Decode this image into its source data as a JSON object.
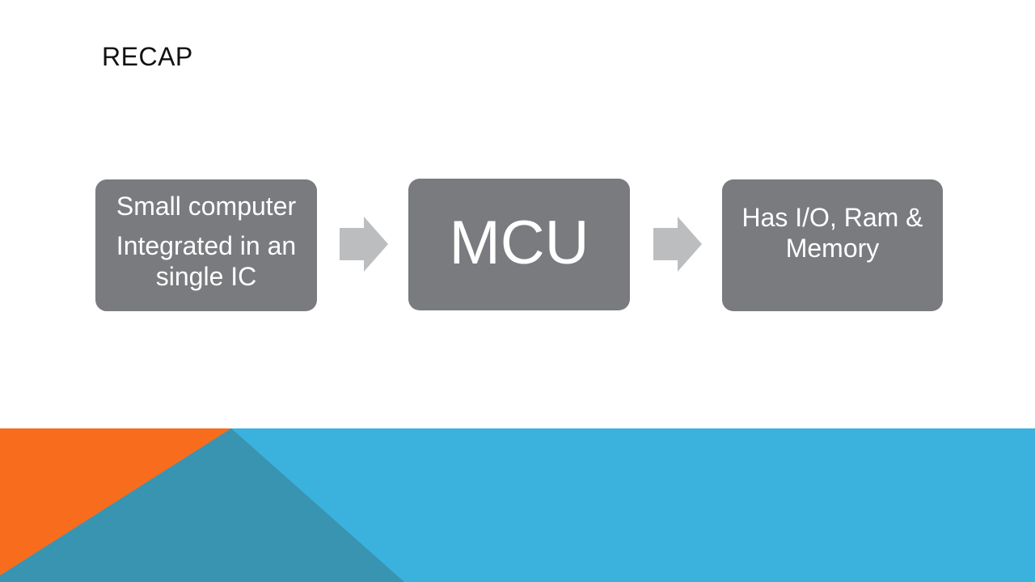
{
  "slide": {
    "title": "RECAP"
  },
  "diagram": {
    "boxes": [
      {
        "lines": [
          "Small computer",
          "Integrated in an single IC"
        ]
      },
      {
        "lines": [
          "MCU"
        ]
      },
      {
        "lines": [
          "Has I/O, Ram & Memory"
        ]
      }
    ]
  },
  "colors": {
    "box_fill": "#7a7b7f",
    "arrow_fill": "#bcbdbf",
    "footer_blue": "#3bb2dd",
    "footer_teal": "#3894b0",
    "footer_orange": "#f76d1d"
  }
}
